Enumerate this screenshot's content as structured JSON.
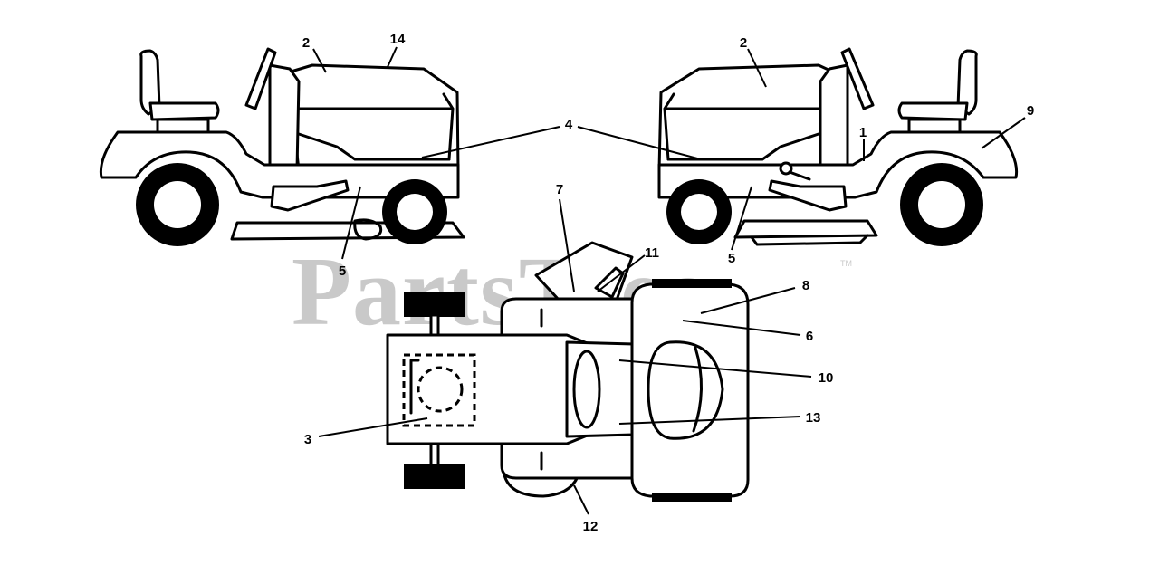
{
  "watermark": {
    "text": "PartsTree",
    "trademark": "TM"
  },
  "callouts": {
    "left_2": "2",
    "left_14": "14",
    "shared_4": "4",
    "left_5": "5",
    "right_2": "2",
    "right_1": "1",
    "right_9": "9",
    "right_5": "5",
    "top_7": "7",
    "top_11": "11",
    "top_8": "8",
    "top_6": "6",
    "top_10": "10",
    "top_13": "13",
    "top_3": "3",
    "top_12": "12"
  }
}
